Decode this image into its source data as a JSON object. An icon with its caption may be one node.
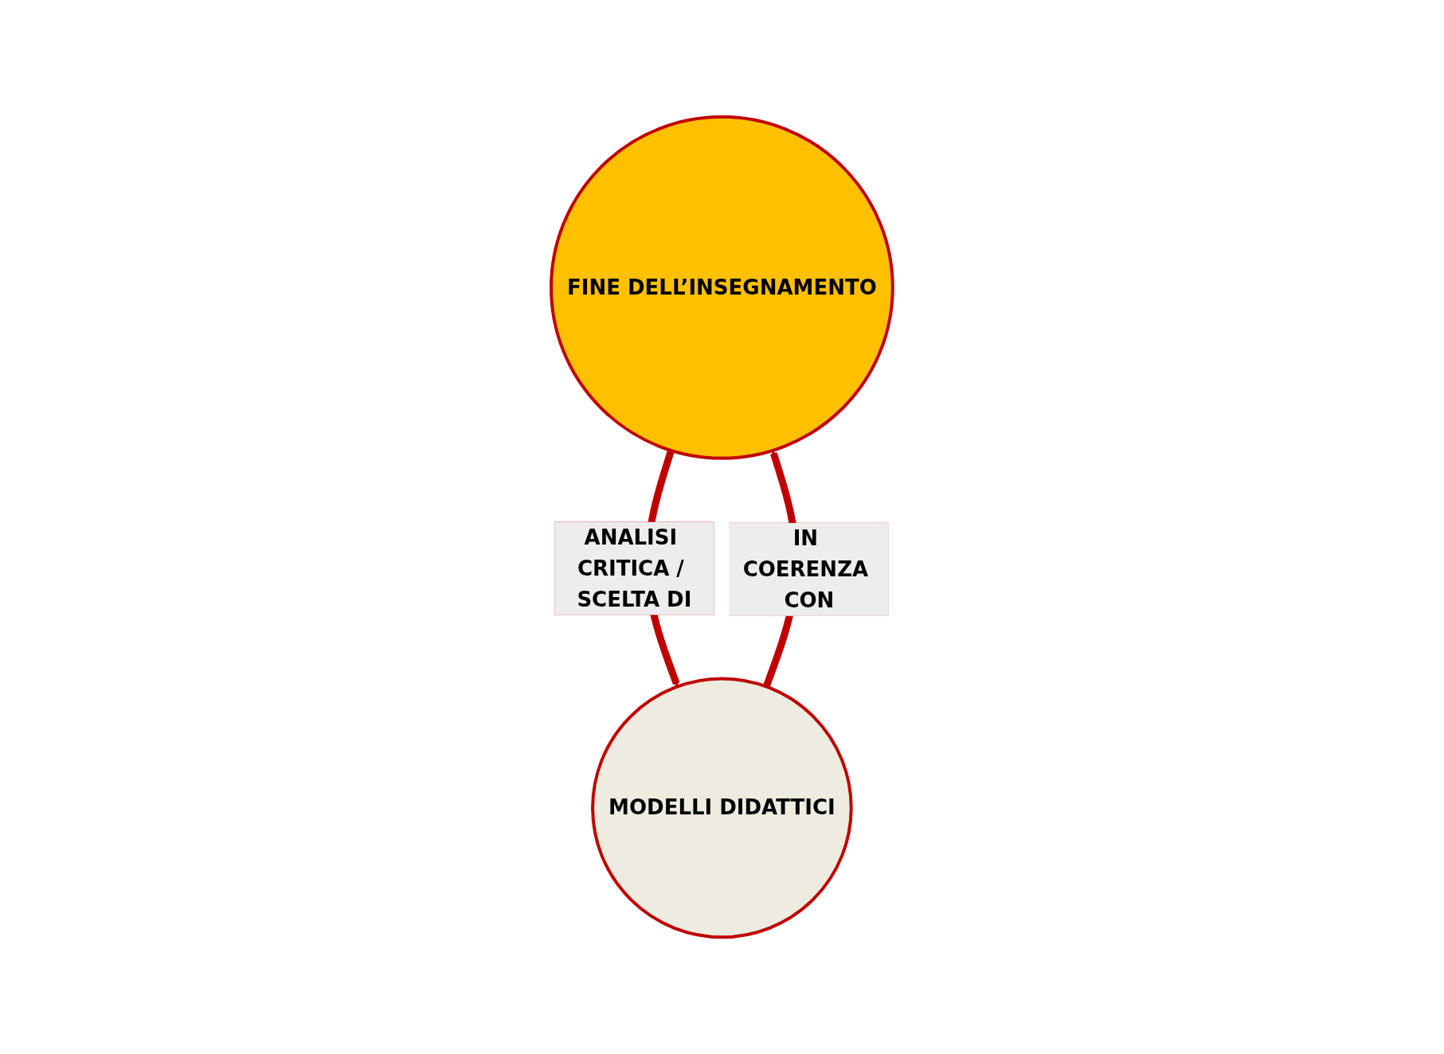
{
  "diagram": {
    "nodes": [
      {
        "text": [
          "FINE DELL’INSEGNAMENTO"
        ]
      },
      {
        "text": [
          "MODELLI DIDATTICI"
        ]
      }
    ],
    "edges": [
      {
        "from": 0,
        "to": 1,
        "arrow": "to",
        "label": "ANALISI CRITICA / SCELTA DI"
      },
      {
        "from": 1,
        "to": 0,
        "arrow": "to",
        "label": "IN COERENZA CON"
      }
    ]
  }
}
